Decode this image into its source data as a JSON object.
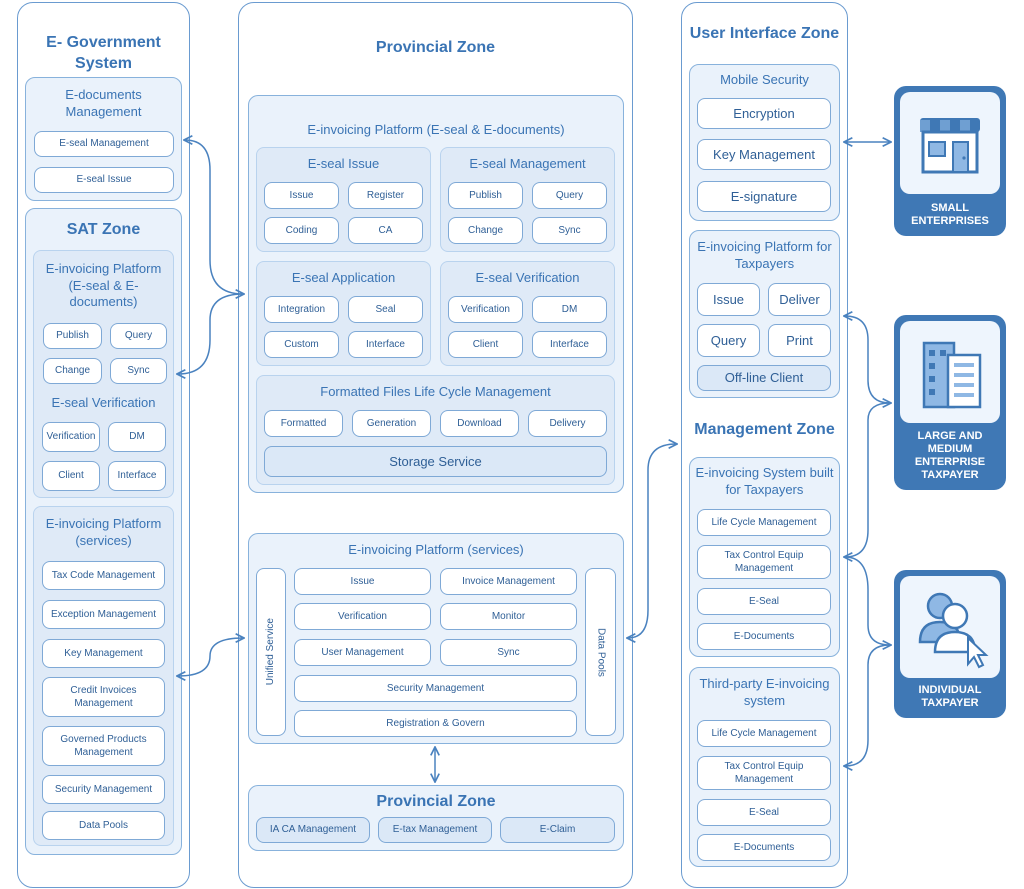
{
  "left": {
    "egov": {
      "title": "E- Government System",
      "edoc": {
        "title": "E-documents Management",
        "items": [
          "E-seal Management",
          "E-seal Issue"
        ]
      }
    },
    "sat": {
      "title": "SAT Zone",
      "platform": {
        "title": "E-invoicing Platform (E-seal & E-documents)",
        "items": [
          "Publish",
          "Query",
          "Change",
          "Sync"
        ]
      },
      "verification": {
        "title": "E-seal Verification",
        "items": [
          "Verification",
          "DM",
          "Client",
          "Interface"
        ]
      },
      "services": {
        "title": "E-invoicing Platform (services)",
        "items": [
          "Tax Code Management",
          "Exception Management",
          "Key Management",
          "Credit Invoices Management",
          "Governed Products Management",
          "Security Management",
          "Data Pools"
        ]
      }
    }
  },
  "center": {
    "title": "Provincial Zone",
    "platform": {
      "title": "E-invoicing Platform (E-seal & E-documents)",
      "issue": {
        "title": "E-seal Issue",
        "items": [
          "Issue",
          "Register",
          "Coding",
          "CA"
        ]
      },
      "management": {
        "title": "E-seal Management",
        "items": [
          "Publish",
          "Query",
          "Change",
          "Sync"
        ]
      },
      "application": {
        "title": "E-seal Application",
        "items": [
          "Integration",
          "Seal",
          "Custom",
          "Interface"
        ]
      },
      "verification": {
        "title": "E-seal Verification",
        "items": [
          "Verification",
          "DM",
          "Client",
          "Interface"
        ]
      },
      "lifecycle": {
        "title": "Formatted Files Life Cycle Management",
        "items": [
          "Formatted",
          "Generation",
          "Download",
          "Delivery"
        ],
        "storage": "Storage Service"
      }
    },
    "services": {
      "title": "E-invoicing Platform (services)",
      "unified": "Unified Service",
      "pools": "Data Pools",
      "items": [
        "Issue",
        "Invoice Management",
        "Verification",
        "Monitor",
        "User Management",
        "Sync"
      ],
      "wide": [
        "Security Management",
        "Registration & Govern"
      ]
    },
    "bottom": {
      "title": "Provincial Zone",
      "items": [
        "IA CA Management",
        "E-tax Management",
        "E-Claim"
      ]
    }
  },
  "right": {
    "ui_title": "User Interface Zone",
    "mobile": {
      "title": "Mobile Security",
      "items": [
        "Encryption",
        "Key Management",
        "E-signature"
      ]
    },
    "taxpayer_platform": {
      "title": "E-invoicing Platform for Taxpayers",
      "items": [
        "Issue",
        "Deliver",
        "Query",
        "Print"
      ],
      "wide": "Off-line  Client"
    },
    "mgmt_title": "Management  Zone",
    "system": {
      "title": "E-invoicing System built for Taxpayers",
      "items": [
        "Life Cycle Management",
        "Tax Control Equip Management",
        "E-Seal",
        "E-Documents"
      ]
    },
    "thirdparty": {
      "title": "Third-party E-invoicing system",
      "items": [
        "Life Cycle Management",
        "Tax Control Equip Management",
        "E-Seal",
        "E-Documents"
      ]
    }
  },
  "badges": {
    "small": "SMALL ENTERPRISES",
    "large": "LARGE AND MEDIUM ENTERPRISE TAXPAYER",
    "individual": "INDIVIDUAL TAXPAYER"
  },
  "icons": [
    "storefront-icon",
    "office-buildings-icon",
    "users-cursor-icon",
    "bidirectional-arrow-icon"
  ],
  "colors": {
    "accent": "#3a74b4",
    "badge": "#3f78b5",
    "panel": "#eaf2fb",
    "border": "#6a9bd0"
  }
}
